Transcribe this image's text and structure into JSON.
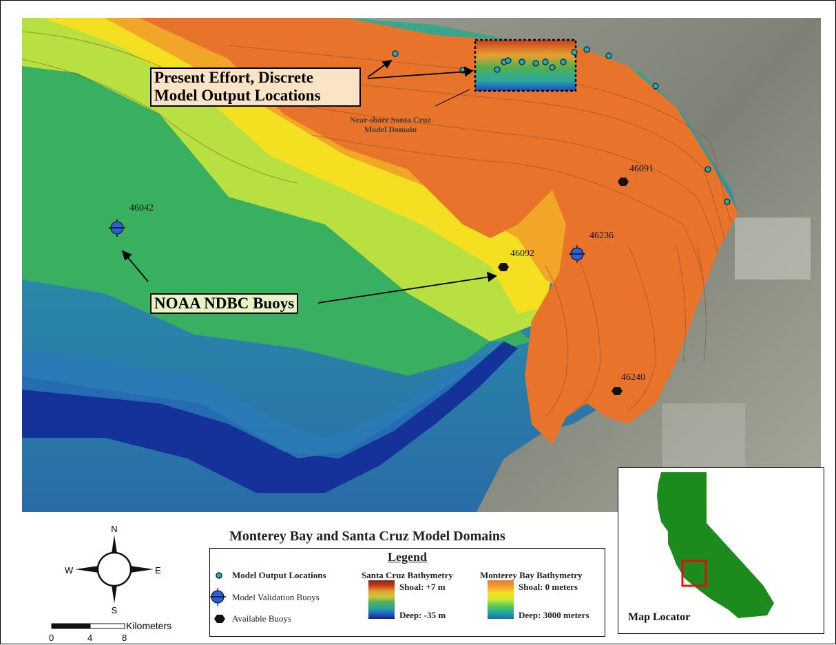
{
  "callouts": {
    "present_effort": "Present Effort, Discrete\nModel Output Locations",
    "noaa": "NOAA NDBC Buoys"
  },
  "domain_label": "Near-shore Santa Cruz\nModel Domain",
  "buoys": {
    "b46042": "46042",
    "b46091": "46091",
    "b46092": "46092",
    "b46236": "46236",
    "b46240": "46240"
  },
  "title": "Monterey Bay and Santa Cruz Model Domains",
  "legend": {
    "heading": "Legend",
    "model_output": "Model Output Locations",
    "validation": "Model Validation Buoys",
    "available": "Available Buoys",
    "sc_title": "Santa Cruz Bathymetry",
    "sc_shoal": "Shoal: +7 m",
    "sc_deep": "Deep: -35 m",
    "mb_title": "Monterey Bay Bathymetry",
    "mb_shoal": "Shoal: 0 meters",
    "mb_deep": "Deep: 3000 meters"
  },
  "compass": {
    "n": "N",
    "s": "S",
    "e": "E",
    "w": "W"
  },
  "scale": {
    "unit": "Kilometers",
    "t0": "0",
    "t1": "4",
    "t2": "8"
  },
  "locator": {
    "label": "Map Locator"
  },
  "colors": {
    "shelf_orange": "#e8742c",
    "deep_navy": "#15329a",
    "land_gray": "#8a8a80",
    "california_green": "#1c8a1c",
    "locator_box": "#e01010",
    "output_marker": "#28a8b8",
    "validation_buoy": "#2a5fd8"
  }
}
